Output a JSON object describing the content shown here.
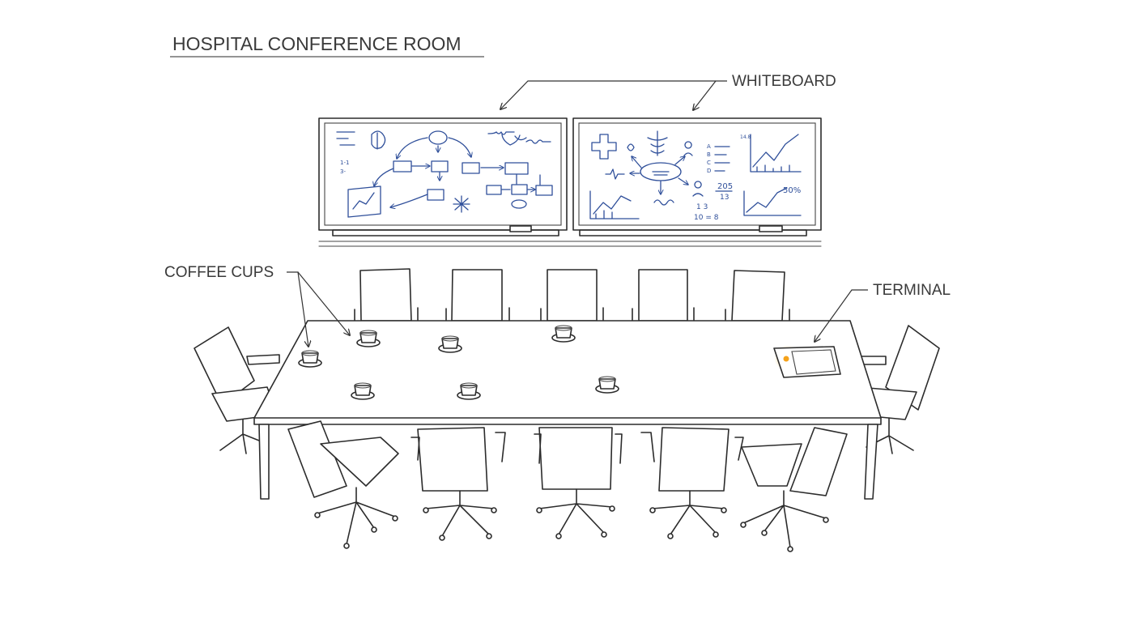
{
  "title": "HOSPITAL CONFERENCE ROOM",
  "callouts": {
    "whiteboard": "WHITEBOARD",
    "coffee_cups": "COFFEE CUPS",
    "terminal": "TERMINAL"
  },
  "whiteboard_notes": {
    "left_labels": [
      "1-1",
      "3-"
    ],
    "right_legend": [
      "A",
      "B",
      "C",
      "D"
    ],
    "fraction_1": "205",
    "fraction_1_den": "13",
    "fraction_2": "1   3",
    "fraction_2_den": "10 = 8",
    "percent": "50%",
    "axis_marks": "14.8"
  },
  "colors": {
    "ink": "#2c2c2c",
    "marker_blue": "#2f4f9a",
    "terminal_glow": "#f5a21b"
  }
}
